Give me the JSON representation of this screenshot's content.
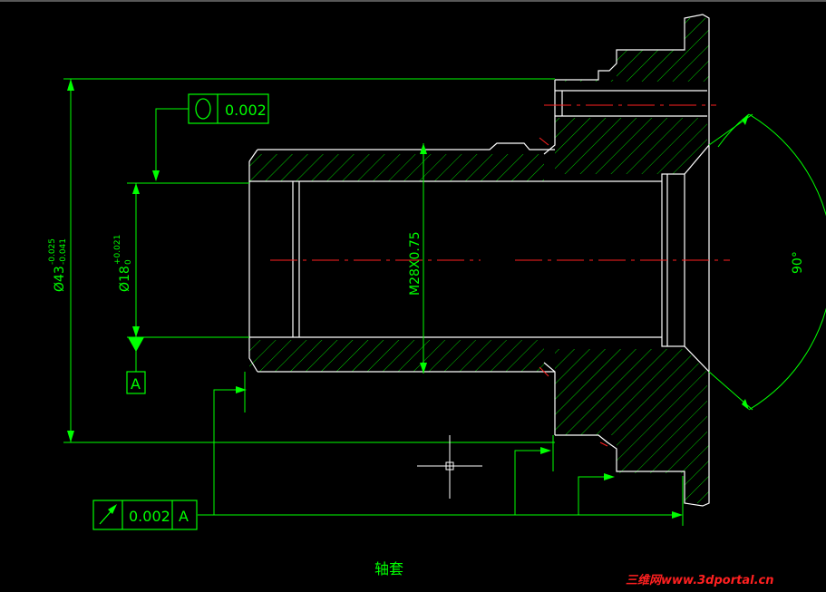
{
  "drawing": {
    "caption": "轴套",
    "watermark": "三维网www.3dportal.cn",
    "colors": {
      "background": "#000000",
      "outline": "#ffffff",
      "annotation": "#00ff00",
      "centerline": "#ff0000",
      "watermark": "#ff2020"
    }
  },
  "tolerances": {
    "roundness": {
      "symbol": "circularity-symbol",
      "value": "0.002"
    },
    "runout": {
      "symbol": "runout-arrow-symbol",
      "value": "0.002",
      "datum": "A"
    }
  },
  "datum": {
    "label": "A"
  },
  "dimensions": {
    "outer_diameter": {
      "prefix": "Ø43",
      "upper": "-0.025",
      "lower": "-0.041"
    },
    "bore_diameter": {
      "prefix": "Ø18",
      "upper": "+0.021",
      "lower": "0"
    },
    "thread": "M28X0.75",
    "chamfer_angle": "90°"
  }
}
